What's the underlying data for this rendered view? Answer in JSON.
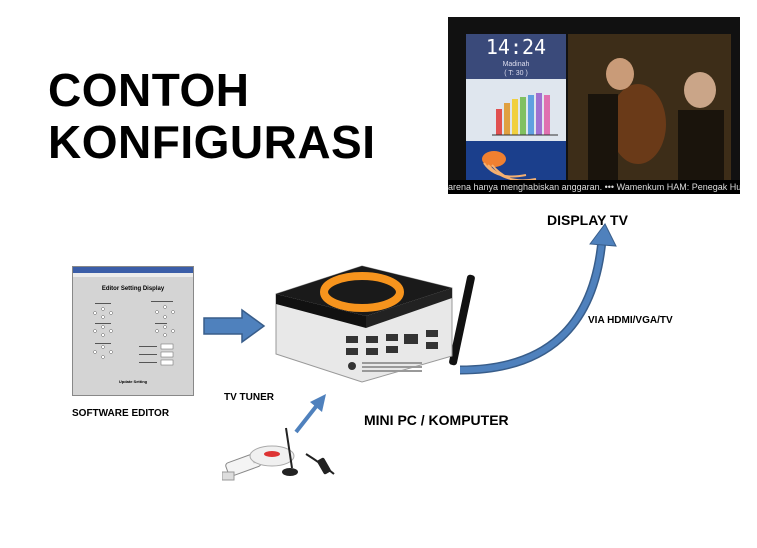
{
  "title": "CONTOH\nKONFIGURASI",
  "labels": {
    "display_tv": "DISPLAY TV",
    "via": "VIA HDMI/VGA/TV",
    "software_editor": "SOFTWARE EDITOR",
    "tv_tuner": "TV TUNER",
    "mini_pc": "MINI PC / KOMPUTER"
  },
  "tv_screen": {
    "clock": "14:24",
    "city": "Madinah",
    "temp": "( T: 30 )",
    "ticker": "arena hanya menghabiskan anggaran.   •••   Wamenkum HAM: Penegak Hukum"
  },
  "editor": {
    "title": "Editor Setting Display",
    "button": "Update Setting"
  },
  "colors": {
    "arrow_fill": "#4f81bd",
    "arrow_stroke": "#385d8a",
    "pc_accent": "#f7941d"
  }
}
